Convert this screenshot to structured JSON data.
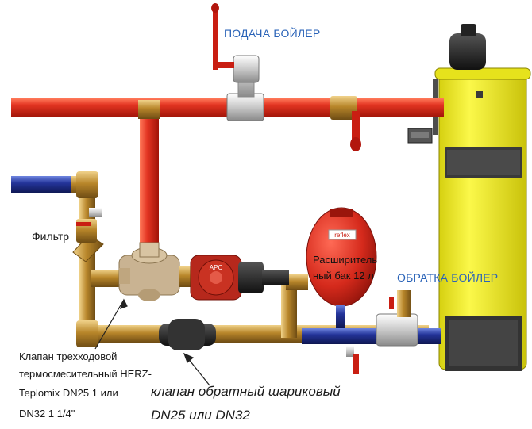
{
  "labels": {
    "boiler_supply": "ПОДАЧА БОЙЛЕР",
    "boiler_return": "ОБРАТКА БОЙЛЕР",
    "filter": "Фильтр",
    "tank_line1": "Расширитель",
    "tank_line2": "ный бак 12 л",
    "valve3_line1": "Клапан трехходовой",
    "valve3_line2": "термосмесительный HERZ-",
    "valve3_line3": "Teplomix DN25 1 или",
    "valve3_line4": "DN32 1 1/4\"",
    "check_line1": "клапан обратный шариковый",
    "check_line2": "DN25 или DN32"
  },
  "marks": {
    "pump_brand": "APC",
    "tank_brand": "reflex"
  },
  "colors": {
    "supply_pipe": "#d8281c",
    "return_pipe": "#1e2f8a",
    "brass": "#b88a2e",
    "boiler_body": "#f2ee1e",
    "boiler_panel": "#3c3c3c",
    "label_blue": "#2a63b8"
  }
}
